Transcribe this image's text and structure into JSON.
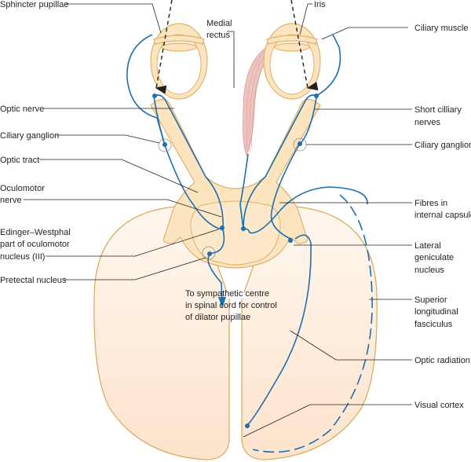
{
  "diagram": {
    "type": "anatomical",
    "subject": "Pupillary light reflex pathway",
    "colors": {
      "nerve": "#1d6fb0",
      "tissue": "#fce4bf",
      "tissue_outline": "#e1b06a",
      "cortex_fill": "#fde8d4",
      "muscle": "#efc4c0",
      "text": "#231f20"
    },
    "labels": {
      "sphincter_pupillae": "Sphincter pupillae",
      "medial_rectus_1": "Medial",
      "medial_rectus_2": "rectus",
      "iris": "Iris",
      "ciliary_muscle": "Ciliary muscle",
      "optic_nerve": "Optic nerve",
      "short_ciliary_1": "Short cilliary",
      "short_ciliary_2": "nerves",
      "ciliary_ganglion_left": "Ciliary ganglion",
      "ciliary_ganglion_right": "Ciliary ganglion",
      "optic_tract": "Optic tract",
      "oculomotor_1": "Oculomotor",
      "oculomotor_2": "nerve",
      "fibres_1": "Fibres in",
      "fibres_2": "internal capsule",
      "ew_1": "Edinger–Westphal",
      "ew_2": "part of oculomotor",
      "ew_3": "nucleus (III)",
      "lgn_1": "Lateral",
      "lgn_2": "geniculate",
      "lgn_3": "nucleus",
      "pretectal": "Pretectal nucleus",
      "sympathetic_1": "To sympathetic centre",
      "sympathetic_2": "in spinal cord for control",
      "sympathetic_3": "of dilator pupillae",
      "slf_1": "Superior",
      "slf_2": "longitudinal",
      "slf_3": "fasciculus",
      "optic_radiation": "Optic radiation",
      "visual_cortex": "Visual cortex"
    }
  }
}
